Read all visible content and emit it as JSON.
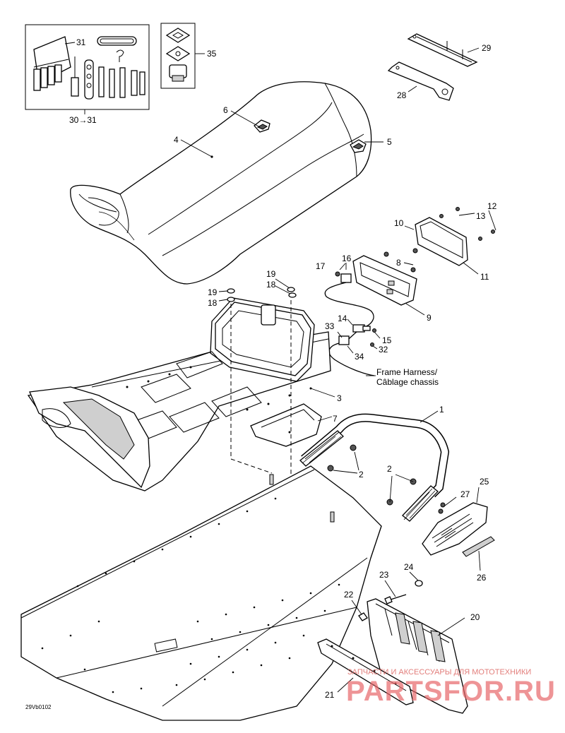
{
  "callouts": {
    "c1": "1",
    "c2a": "2",
    "c2b": "2",
    "c3": "3",
    "c4": "4",
    "c5": "5",
    "c6": "6",
    "c7": "7",
    "c8": "8",
    "c9": "9",
    "c10": "10",
    "c11": "11",
    "c12": "12",
    "c13": "13",
    "c14": "14",
    "c15": "15",
    "c16": "16",
    "c17": "17",
    "c18a": "18",
    "c18b": "18",
    "c19a": "19",
    "c19b": "19",
    "c20": "20",
    "c21": "21",
    "c22": "22",
    "c23": "23",
    "c24": "24",
    "c25": "25",
    "c26": "26",
    "c27": "27",
    "c28": "28",
    "c29": "29",
    "c31": "31",
    "c32": "32",
    "c33": "33",
    "c34": "34",
    "c35": "35",
    "c30to31": "30→31"
  },
  "notes": {
    "harness_en": "Frame Harness/",
    "harness_fr": "Câblage chassis"
  },
  "diagram_code": "29Vb0102",
  "watermark": {
    "tagline": "ЗАПЧАСТИ И АКСЕССУАРЫ ДЛЯ МОТОТЕХНИКИ",
    "brand": "PARTSFOR.RU"
  },
  "colors": {
    "line": "#000000",
    "background": "#ffffff",
    "watermark": "#e8676a"
  }
}
